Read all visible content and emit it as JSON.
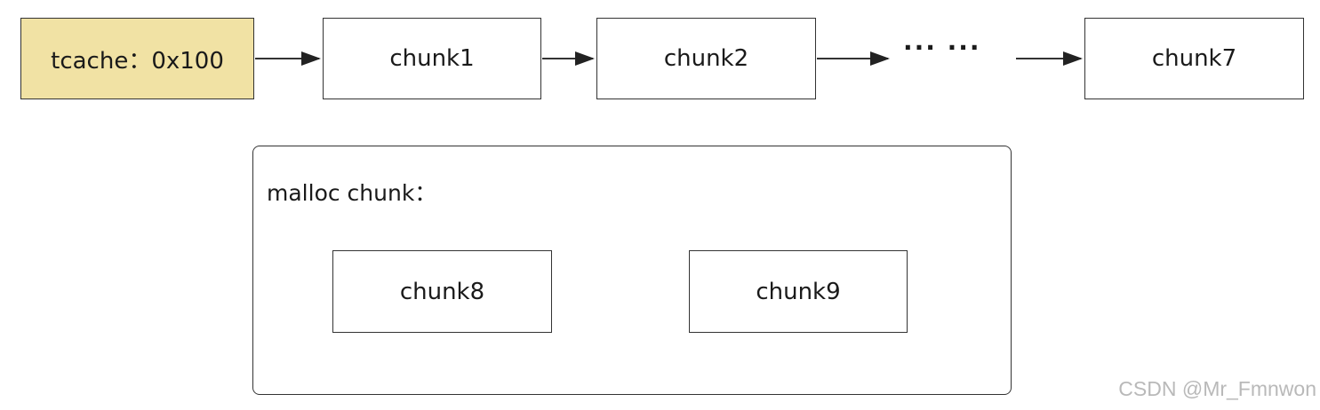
{
  "tcache": {
    "label": "tcache：0x100"
  },
  "chain": [
    {
      "label": "chunk1"
    },
    {
      "label": "chunk2"
    },
    {
      "label": "chunk7"
    }
  ],
  "ellipsis": "··· ···",
  "malloc_group": {
    "label": "malloc chunk：",
    "chunks": [
      {
        "label": "chunk8"
      },
      {
        "label": "chunk9"
      }
    ]
  },
  "colors": {
    "head_fill": "#f1e2a4",
    "border": "#333333",
    "watermark": "#b9b9b9"
  },
  "watermark": "CSDN @Mr_Fmnwon"
}
